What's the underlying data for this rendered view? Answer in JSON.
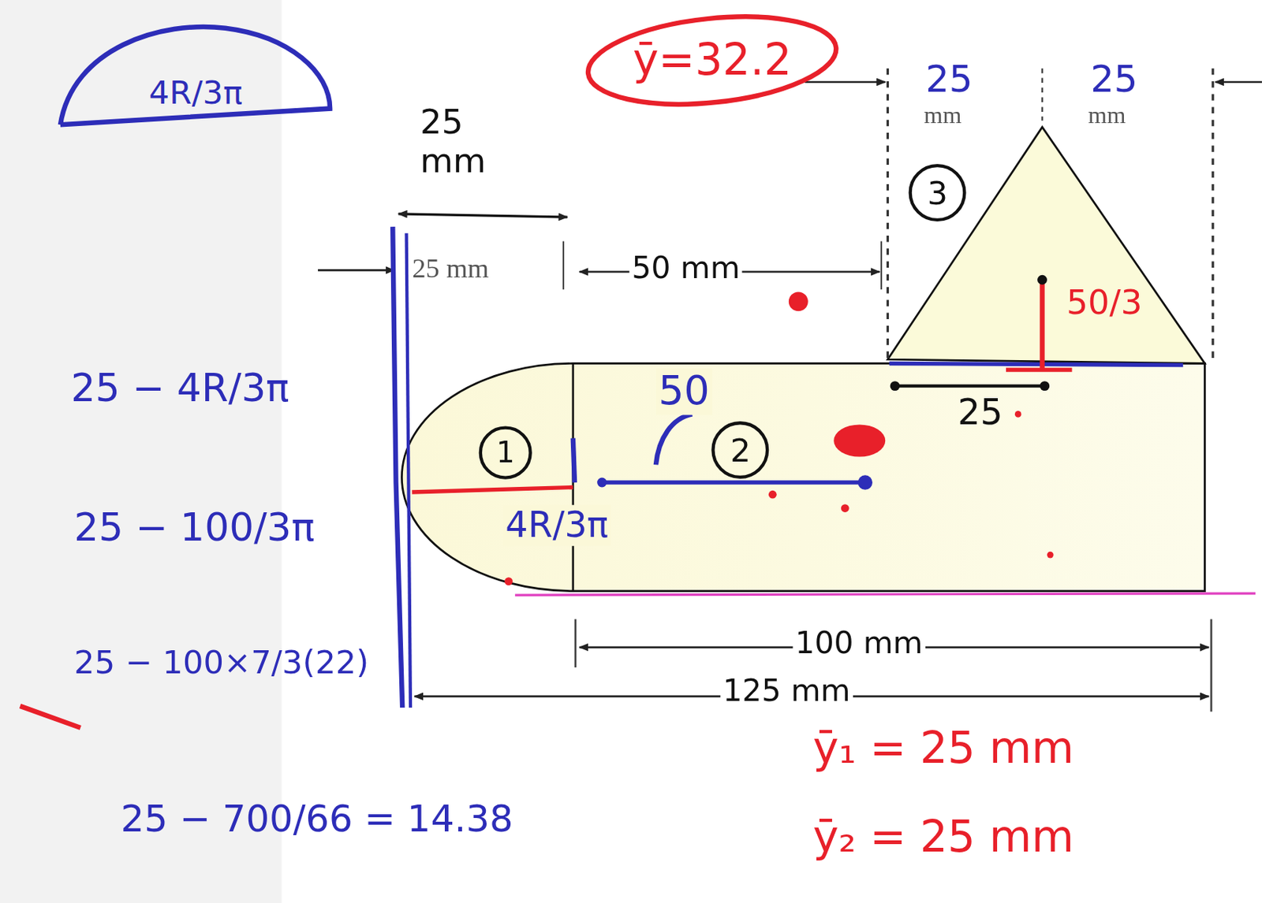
{
  "diagram": {
    "nodes": [
      {
        "text": [
          "ȳ=32.2"
        ]
      },
      {
        "text": [
          "3"
        ]
      },
      {
        "text": [
          "1"
        ]
      },
      {
        "text": [
          "2"
        ]
      }
    ],
    "labels": [
      "4R/3π",
      "25 mm",
      "25",
      "mm",
      "25",
      "mm",
      "25 mm",
      "50 mm",
      "50",
      "4R/3π",
      "50/3",
      "25",
      "100 mm",
      "125 mm",
      "25 − 4R/3π",
      "25 − 100/3π",
      "25 − 100×7/3(22)",
      "25 − 700/66 = 14.38",
      "ȳ₁ = 25 mm",
      "ȳ₂ = 25 mm"
    ]
  }
}
